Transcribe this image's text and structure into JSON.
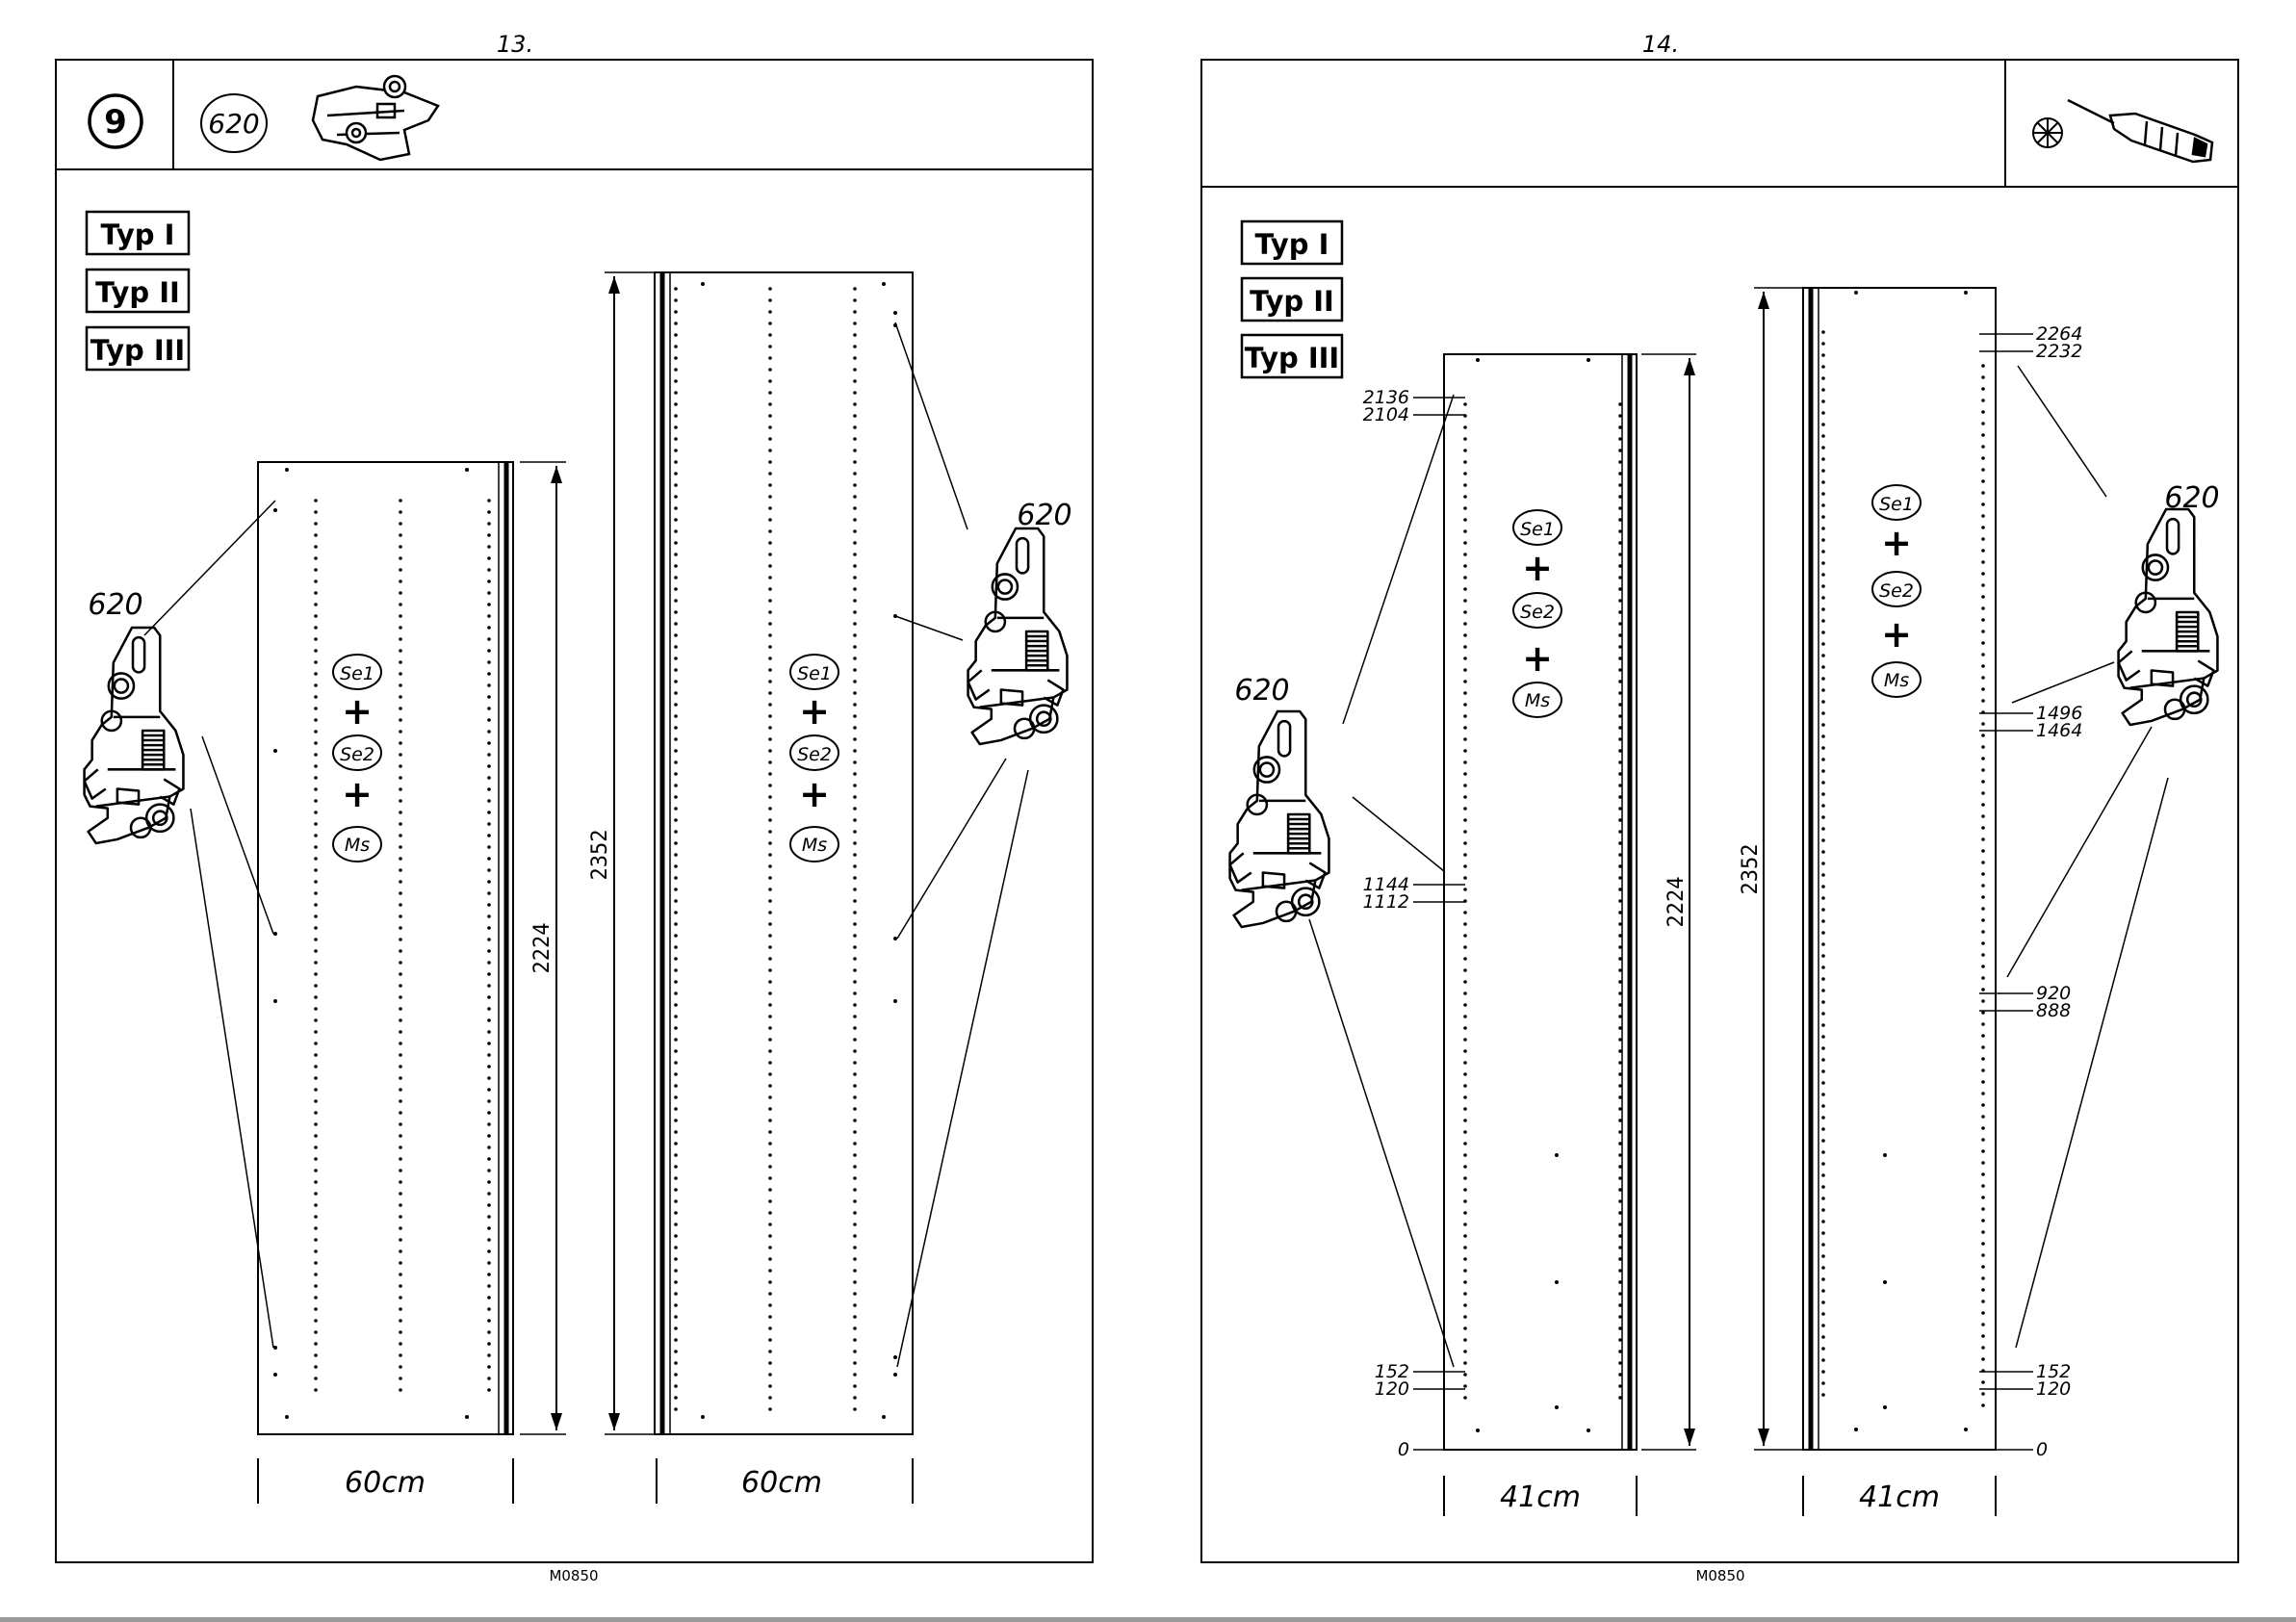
{
  "colors": {
    "ink": "#000000",
    "paper": "#ffffff",
    "bar": "#9a9a9a"
  },
  "icons": [
    "hinge-mounting-plate-icon",
    "hinge-icon",
    "screwdriver-icon",
    "phillips-bit-icon"
  ],
  "left_page": {
    "page_number": "13.",
    "step": "9",
    "part_number": "620",
    "types": [
      "Typ I",
      "Typ II",
      "Typ III"
    ],
    "hinge_label_1": "620",
    "hinge_label_2": "620",
    "panel_a_height": "2224",
    "panel_b_height": "2352",
    "panel_a_width": "60cm",
    "panel_b_width": "60cm",
    "se1": "Se1",
    "plus": "+",
    "se2": "Se2",
    "ms": "Ms",
    "footer": "M0850"
  },
  "right_page": {
    "page_number": "14.",
    "types": [
      "Typ I",
      "Typ II",
      "Typ III"
    ],
    "hinge_label_1": "620",
    "hinge_label_2": "620",
    "panel_a_height": "2224",
    "panel_b_height": "2352",
    "panel_a_width": "41cm",
    "panel_b_width": "41cm",
    "se1": "Se1",
    "plus": "+",
    "se2": "Se2",
    "ms": "Ms",
    "panel_a_marks": [
      "2136",
      "2104",
      "1144",
      "1112",
      "152",
      "120",
      "0"
    ],
    "panel_b_marks": [
      "2264",
      "2232",
      "1496",
      "1464",
      "920",
      "888",
      "152",
      "120",
      "0"
    ],
    "footer": "M0850"
  }
}
